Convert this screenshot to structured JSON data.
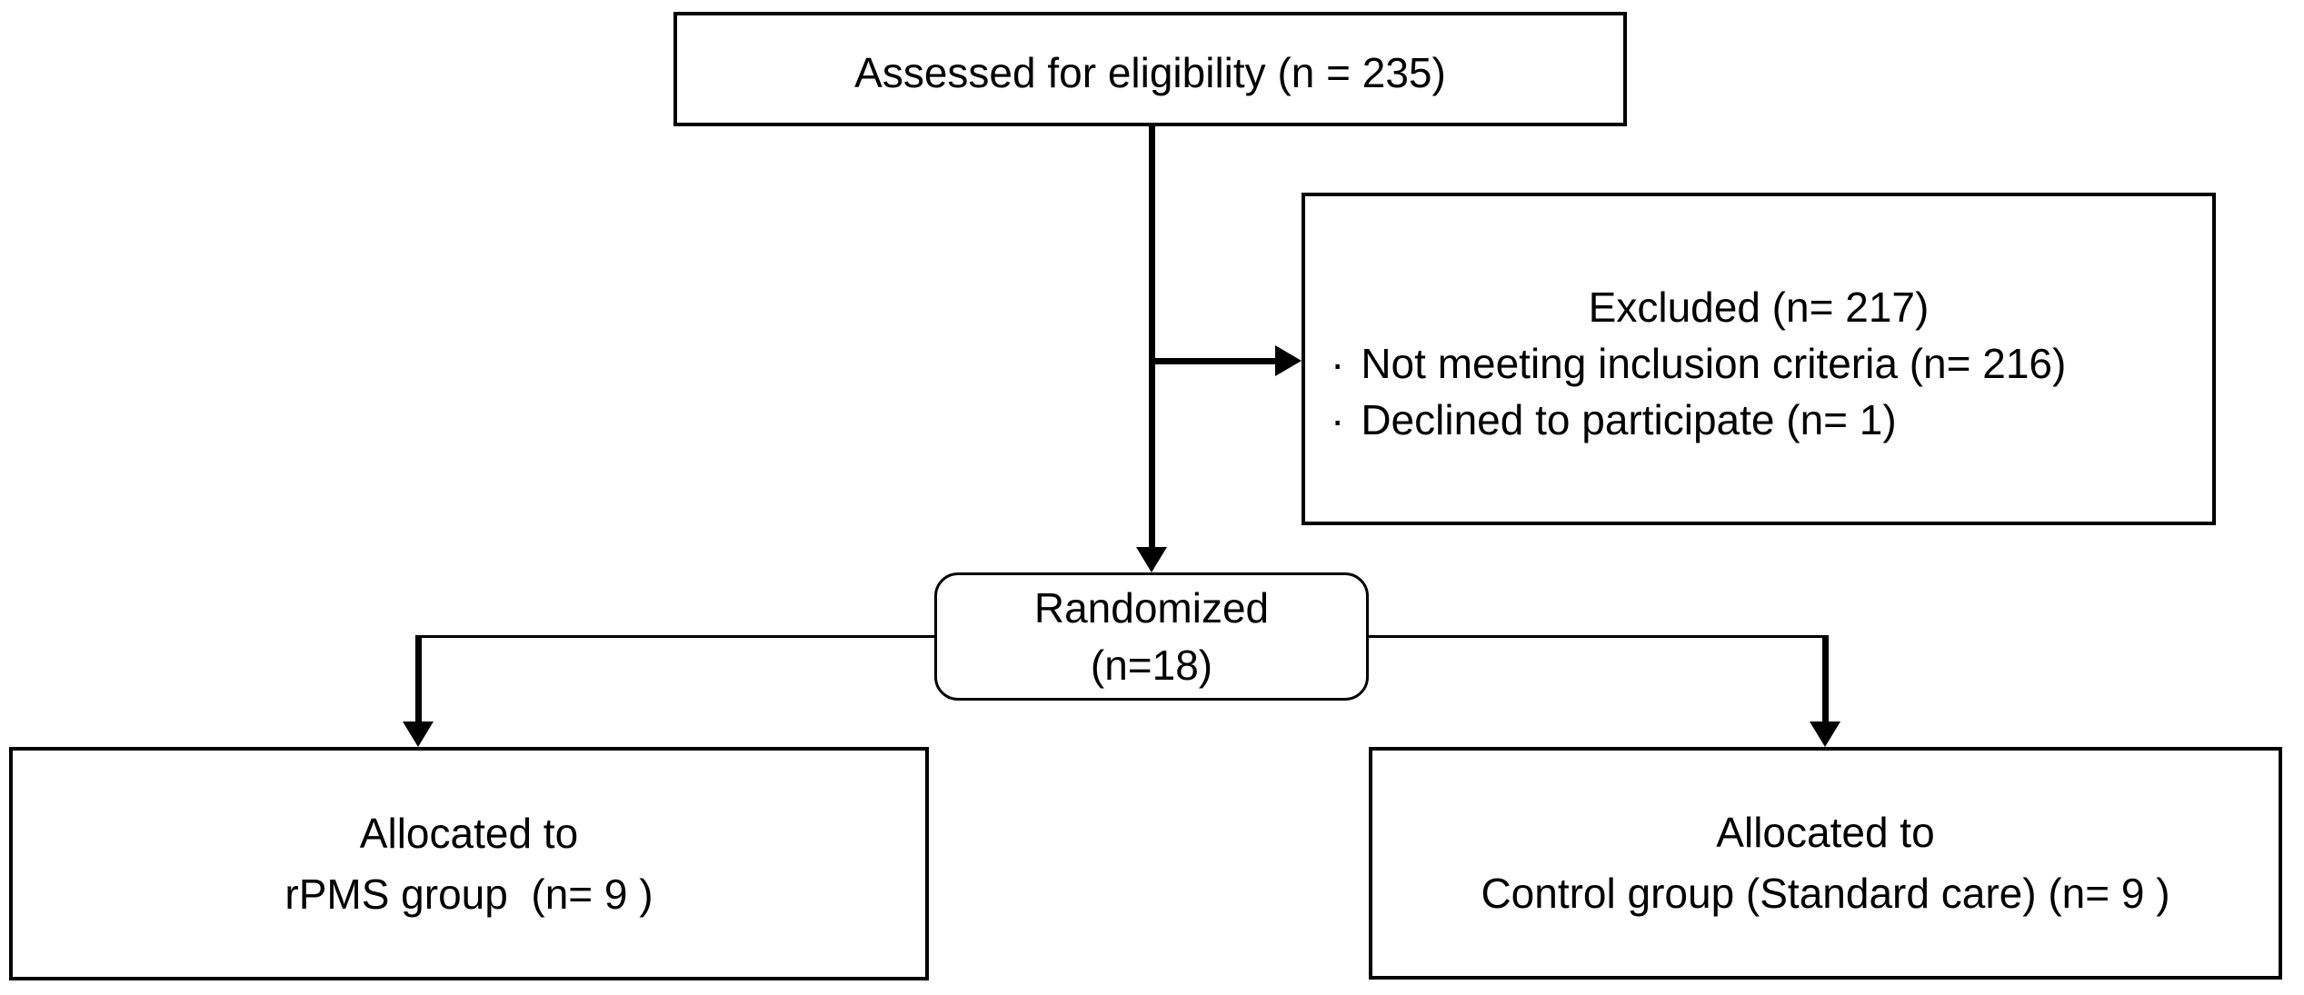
{
  "colors": {
    "background": "#ffffff",
    "box_fill": "#ffffff",
    "box_border": "#000000",
    "line": "#000000",
    "text": "#000000"
  },
  "boxes": {
    "assessed": {
      "text": "Assessed for eligibility (n = 235)"
    },
    "excluded": {
      "title": "Excluded (n= 217)",
      "bullet_char": "·",
      "items": [
        "Not meeting inclusion criteria (n= 216)",
        "Declined to participate (n= 1)"
      ]
    },
    "randomized": {
      "lines": [
        "Randomized",
        "(n=18)"
      ]
    },
    "allocated_rpms": {
      "lines": [
        "Allocated to",
        "rPMS group  (n= 9 )"
      ]
    },
    "allocated_control": {
      "lines": [
        "Allocated to",
        "Control group (Standard care) (n= 9 )"
      ]
    }
  }
}
